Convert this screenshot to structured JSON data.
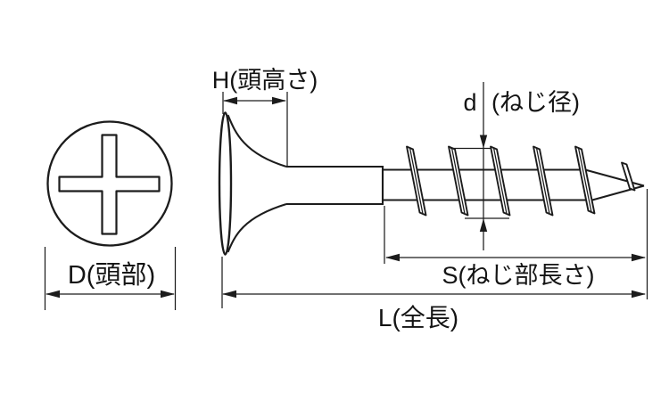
{
  "labels": {
    "head_diameter": "D(頭部)",
    "head_height": "H(頭高さ)",
    "thread_diameter_symbol": "d",
    "thread_diameter": "(ねじ径)",
    "thread_length": "S(ねじ部長さ)",
    "total_length": "L(全長)"
  },
  "colors": {
    "line": "#1c1c1c",
    "background": "#ffffff"
  }
}
